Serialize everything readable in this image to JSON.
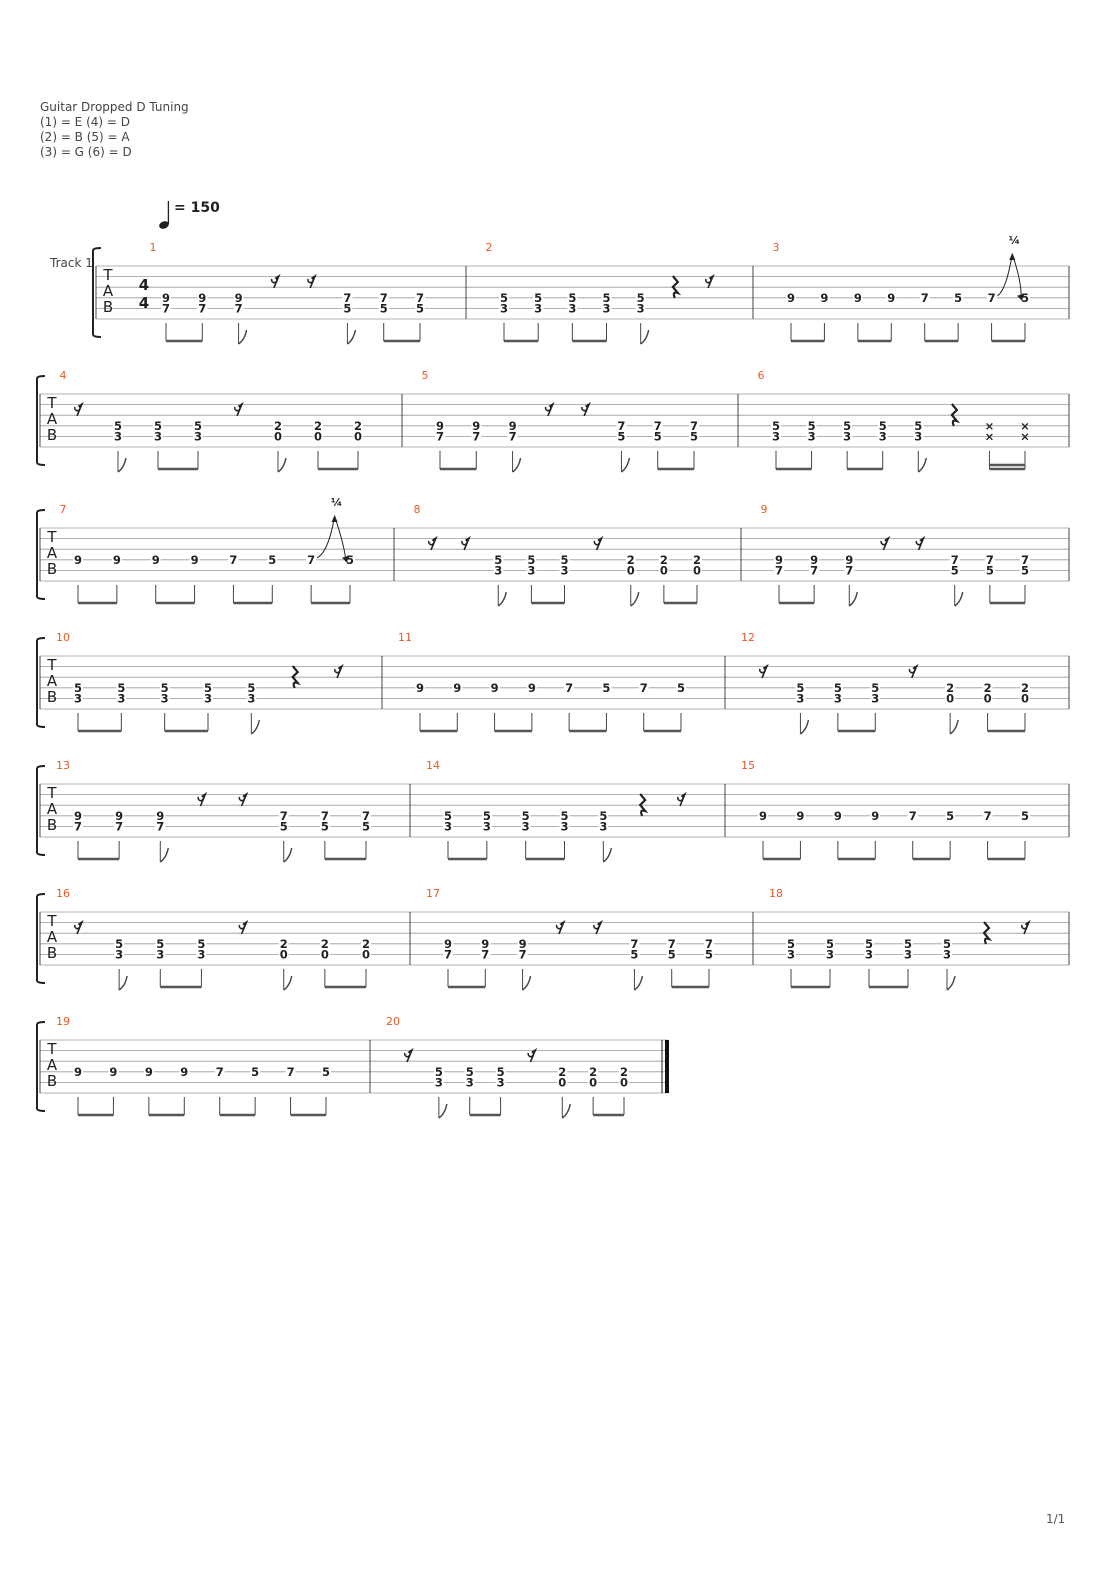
{
  "header": {
    "tuning_title": "Guitar Dropped D Tuning",
    "tuning_lines": [
      "(1) = E (4) = D",
      "(2) = B (5) = A",
      "(3) = G (6) = D"
    ]
  },
  "tempo": {
    "text": "= 150"
  },
  "track": {
    "label": "Track 1"
  },
  "time_signature": {
    "numerator": "4",
    "denominator": "4"
  },
  "bend_label": "¼",
  "page_number": "1/1",
  "measures": [
    {
      "number": "1",
      "events": [
        "p:9/7",
        "p:9/7",
        "pf:9/7",
        "r",
        "r",
        "pf:7/5",
        "p:7/5",
        "p:7/5"
      ]
    },
    {
      "number": "2",
      "events": [
        "p:5/3",
        "p:5/3",
        "p:5/3",
        "p:5/3",
        "pf:5/3",
        "q",
        "r"
      ]
    },
    {
      "number": "3",
      "events": [
        "s:9",
        "s:9",
        "s:9",
        "s:9",
        "s:7",
        "s:5",
        "s:7",
        "s:5"
      ],
      "bend": true
    },
    {
      "number": "4",
      "events": [
        "r",
        "pf:5/3",
        "p:5/3",
        "p:5/3",
        "r",
        "pf:2/0",
        "p:2/0",
        "p:2/0"
      ]
    },
    {
      "number": "5",
      "events": [
        "p:9/7",
        "p:9/7",
        "pf:9/7",
        "r",
        "r",
        "pf:7/5",
        "p:7/5",
        "p:7/5"
      ]
    },
    {
      "number": "6",
      "events": [
        "p:5/3",
        "p:5/3",
        "p:5/3",
        "p:5/3",
        "pf:5/3",
        "q",
        "x",
        "x"
      ]
    },
    {
      "number": "7",
      "events": [
        "s:9",
        "s:9",
        "s:9",
        "s:9",
        "s:7",
        "s:5",
        "s:7",
        "s:5"
      ],
      "bend": true
    },
    {
      "number": "8",
      "events": [
        "r",
        "r",
        "pf:5/3",
        "p:5/3",
        "p:5/3",
        "r",
        "pf:2/0",
        "p:2/0",
        "p:2/0"
      ]
    },
    {
      "number": "9",
      "events": [
        "p:9/7",
        "p:9/7",
        "pf:9/7",
        "r",
        "r",
        "pf:7/5",
        "p:7/5",
        "p:7/5"
      ]
    },
    {
      "number": "10",
      "events": [
        "p:5/3",
        "p:5/3",
        "p:5/3",
        "p:5/3",
        "pf:5/3",
        "q",
        "r"
      ]
    },
    {
      "number": "11",
      "events": [
        "s:9",
        "s:9",
        "s:9",
        "s:9",
        "s:7",
        "s:5",
        "s:7",
        "s:5"
      ]
    },
    {
      "number": "12",
      "events": [
        "r",
        "pf:5/3",
        "p:5/3",
        "p:5/3",
        "r",
        "pf:2/0",
        "p:2/0",
        "p:2/0"
      ]
    },
    {
      "number": "13",
      "events": [
        "p:9/7",
        "p:9/7",
        "pf:9/7",
        "r",
        "r",
        "pf:7/5",
        "p:7/5",
        "p:7/5"
      ]
    },
    {
      "number": "14",
      "events": [
        "p:5/3",
        "p:5/3",
        "p:5/3",
        "p:5/3",
        "pf:5/3",
        "q",
        "r"
      ]
    },
    {
      "number": "15",
      "events": [
        "s:9",
        "s:9",
        "s:9",
        "s:9",
        "s:7",
        "s:5",
        "s:7",
        "s:5"
      ]
    },
    {
      "number": "16",
      "events": [
        "r",
        "pf:5/3",
        "p:5/3",
        "p:5/3",
        "r",
        "pf:2/0",
        "p:2/0",
        "p:2/0"
      ]
    },
    {
      "number": "17",
      "events": [
        "p:9/7",
        "p:9/7",
        "pf:9/7",
        "r",
        "r",
        "pf:7/5",
        "p:7/5",
        "p:7/5"
      ]
    },
    {
      "number": "18",
      "events": [
        "p:5/3",
        "p:5/3",
        "p:5/3",
        "p:5/3",
        "pf:5/3",
        "q",
        "r"
      ]
    },
    {
      "number": "19",
      "events": [
        "s:9",
        "s:9",
        "s:9",
        "s:9",
        "s:7",
        "s:5",
        "s:7",
        "s:5"
      ]
    },
    {
      "number": "20",
      "events": [
        "r",
        "pf:5/3",
        "p:5/3",
        "p:5/3",
        "r",
        "pf:2/0",
        "p:2/0",
        "p:2/0"
      ],
      "final": true
    }
  ]
}
